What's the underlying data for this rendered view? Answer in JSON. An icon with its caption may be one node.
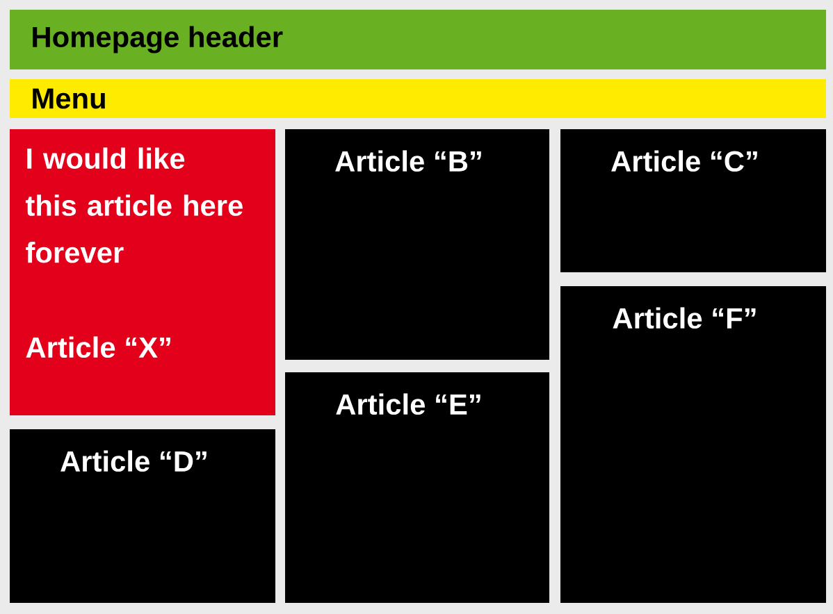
{
  "diagram": {
    "nodes": [
      {
        "text": [
          "Homepage header"
        ]
      },
      {
        "text": [
          "Menu"
        ]
      },
      {
        "text": [
          "I would like this article here forever",
          "Article “X”"
        ]
      },
      {
        "text": [
          "Article “B”"
        ]
      },
      {
        "text": [
          "Article “C”"
        ]
      },
      {
        "text": [
          "Article “D”"
        ]
      },
      {
        "text": [
          "Article “E”"
        ]
      },
      {
        "text": [
          "Article “F”"
        ]
      }
    ]
  }
}
